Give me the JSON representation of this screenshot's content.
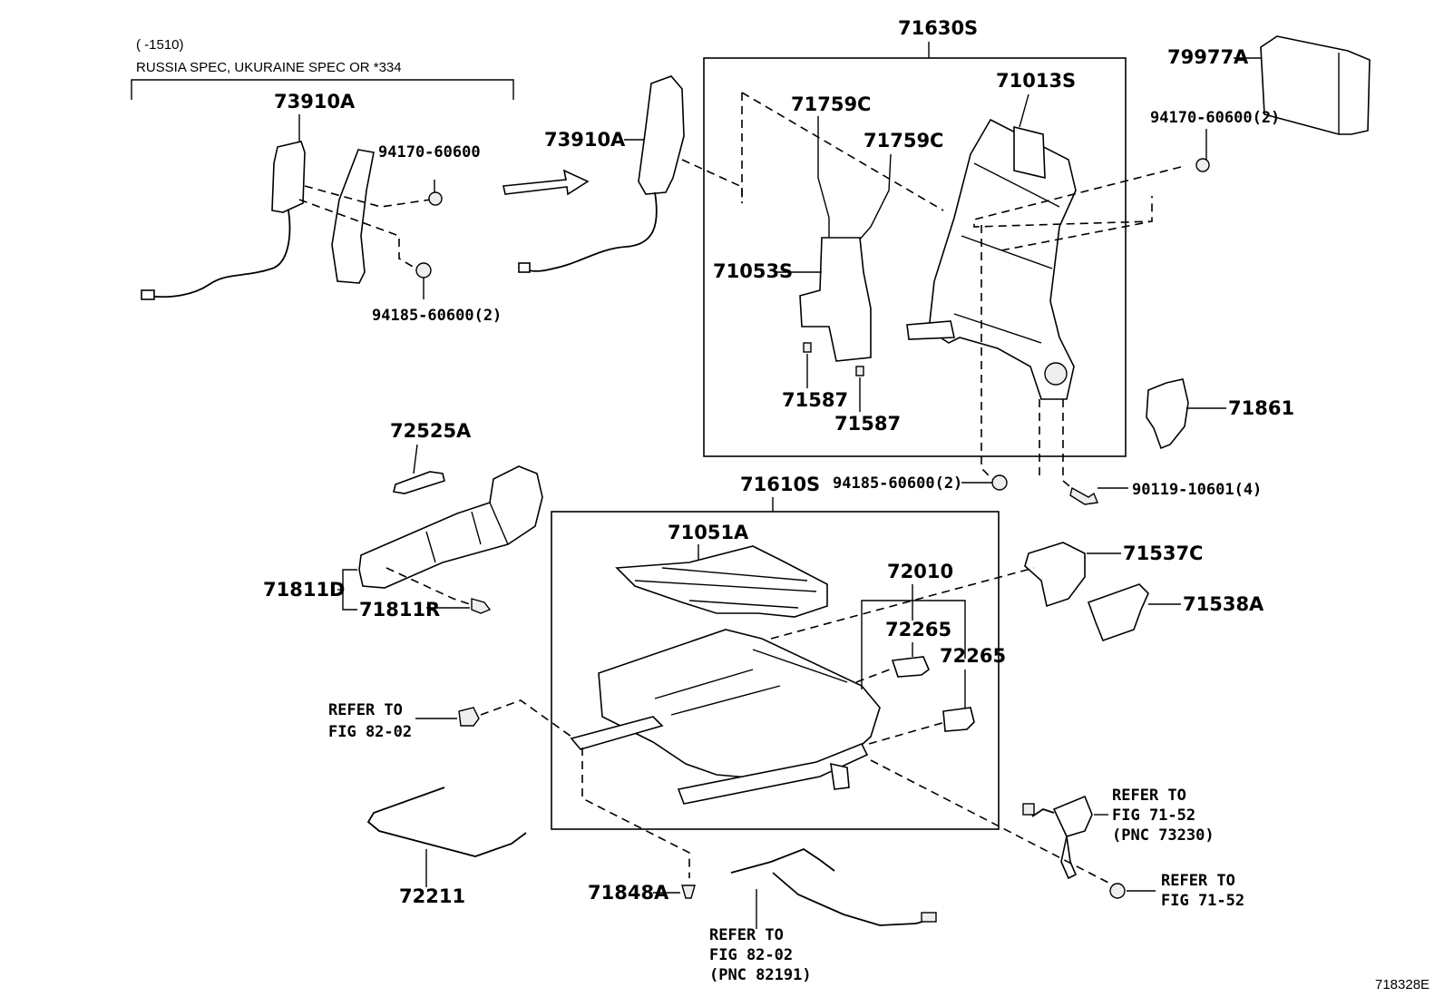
{
  "note": {
    "range": "(      -1510)",
    "spec": "RUSSIA SPEC, UKURAINE SPEC OR *334"
  },
  "labels": {
    "p73910A_left": "73910A",
    "p94170_60600": "94170-60600",
    "p94185_60600_2_top": "94185-60600(2)",
    "p73910A_right": "73910A",
    "p71630S": "71630S",
    "p71759C_1": "71759C",
    "p71759C_2": "71759C",
    "p71013S": "71013S",
    "p71053S": "71053S",
    "p71587_1": "71587",
    "p71587_2": "71587",
    "p79977A": "79977A",
    "p94170_60600_2": "94170-60600(2)",
    "p71861": "71861",
    "p94185_60600_2_mid": "94185-60600(2)",
    "p90119_10601_4": "90119-10601(4)",
    "p72525A": "72525A",
    "p71811D": "71811D",
    "p71811R": "71811R",
    "p71610S": "71610S",
    "p71051A": "71051A",
    "p72010": "72010",
    "p72265_1": "72265",
    "p72265_2": "72265",
    "p71537C": "71537C",
    "p71538A": "71538A",
    "p72211": "72211",
    "p71848A": "71848A"
  },
  "refs": {
    "fig8202_left": {
      "line1": "REFER TO",
      "line2": "FIG 82-02"
    },
    "fig7152_belt": {
      "line1": "REFER TO",
      "line2": "FIG 71-52",
      "line3": "(PNC 73230)"
    },
    "fig7152_bolt": {
      "line1": "REFER TO",
      "line2": "FIG 71-52"
    },
    "fig8202_bottom": {
      "line1": "REFER TO",
      "line2": "FIG 82-02",
      "line3": "(PNC 82191)"
    }
  },
  "figure_id": "718328E"
}
